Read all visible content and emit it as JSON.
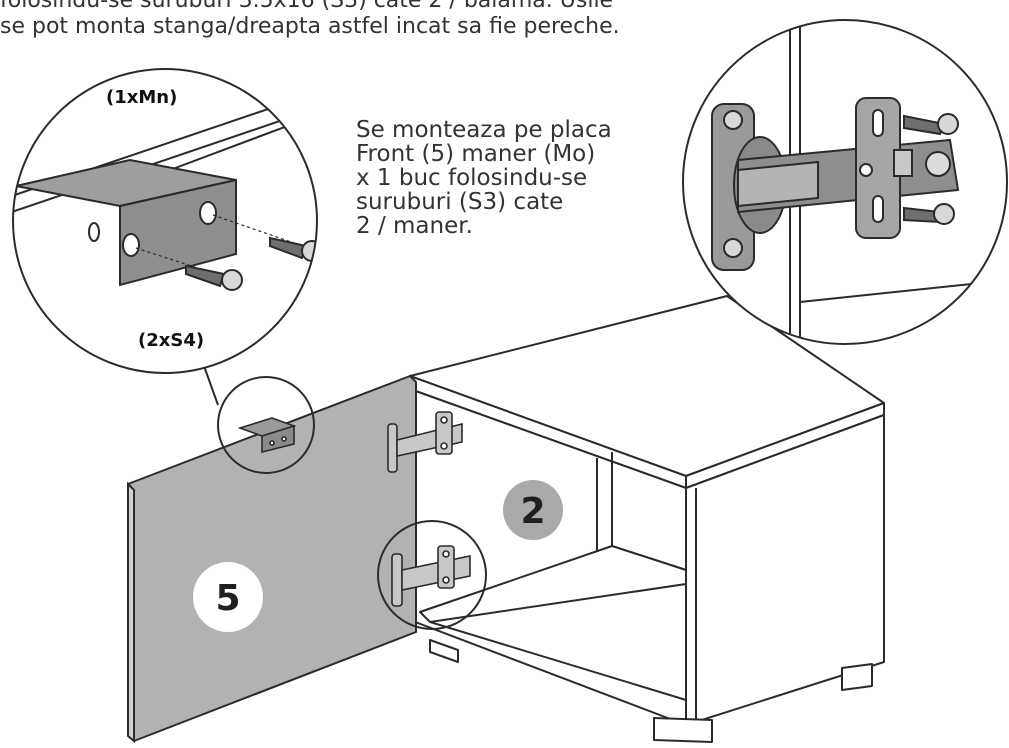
{
  "intro": {
    "line1": "folosindu-se suruburi 3.5x16 (S3) cate 2 / balama. Usile",
    "line2": "se pot monta stanga/dreapta astfel incat sa fie pereche."
  },
  "instruction": {
    "lines": [
      "Se monteaza pe placa",
      "Front (5) maner (Mo)",
      "x 1 buc folosindu-se",
      "suruburi (S3) cate",
      "2 / maner."
    ]
  },
  "labels": {
    "handle_count": "(1xMn)",
    "screw_count": "(2xS4)"
  },
  "parts": {
    "door_number": "5",
    "body_number": "2"
  },
  "colors": {
    "door_fill": "#b2b2b2",
    "outline": "#2b2b2b",
    "metal": "#9a9a9a",
    "badge_white": "#ffffff",
    "badge_grey": "#a9a9a9"
  }
}
